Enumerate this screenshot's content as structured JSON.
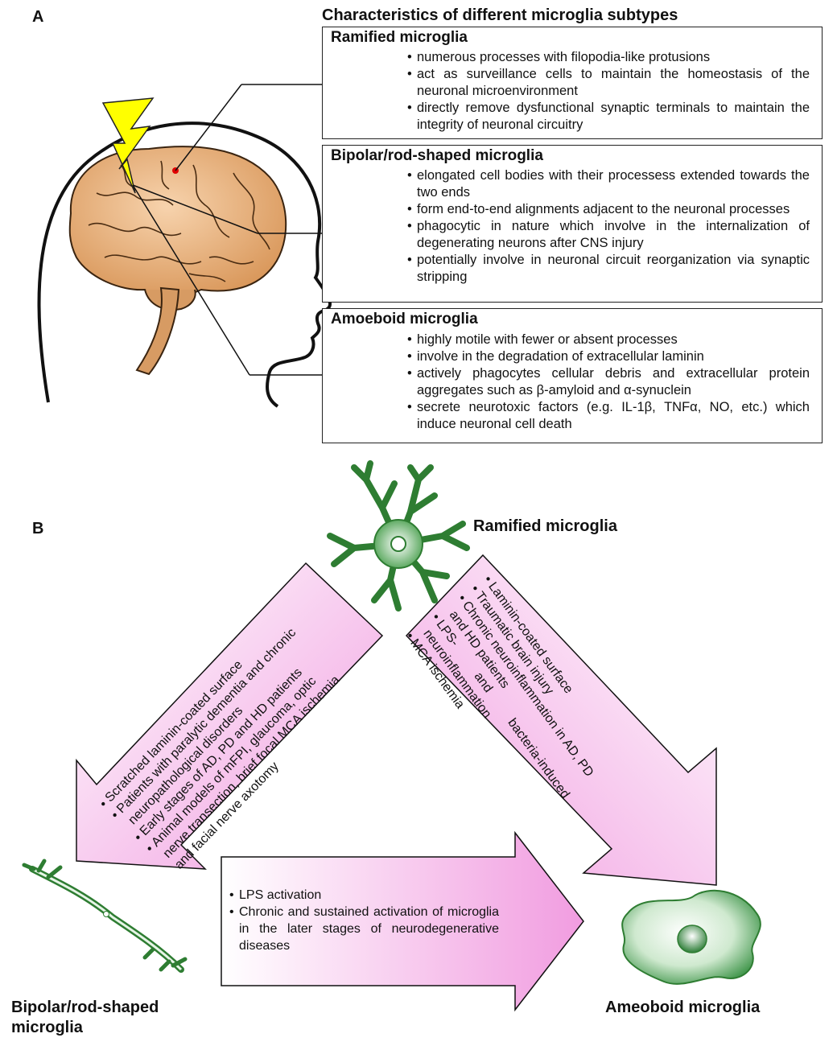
{
  "panel_a": {
    "letter": "A",
    "title": "Characteristics of different microglia subtypes",
    "ramified": {
      "title": "Ramified microglia",
      "bullets": [
        "numerous processes with filopodia-like protusions",
        "act as surveillance cells to maintain the homeostasis of the neuronal microenvironment",
        "directly remove dysfunctional synaptic terminals to maintain the integrity of neuronal circuitry"
      ]
    },
    "bipolar": {
      "title": "Bipolar/rod-shaped microglia",
      "bullets": [
        "elongated cell bodies with their processess extended towards the two ends",
        "form end-to-end alignments adjacent to the neuronal processes",
        "phagocytic in nature which involve in the internalization of degenerating neurons after CNS injury",
        "potentially involve in neuronal circuit reorganization via synaptic stripping"
      ]
    },
    "amoeboid": {
      "title": "Amoeboid microglia",
      "bullets": [
        "highly motile with fewer or absent processes",
        "involve in the degradation of extracellular laminin",
        "actively phagocytes cellular debris and extracellular protein aggregates such as β-amyloid and α-synuclein",
        "secrete neurotoxic factors (e.g. IL-1β, TNFα, NO, etc.) which induce neuronal cell death"
      ]
    }
  },
  "panel_b": {
    "letter": "B",
    "ramified_label": "Ramified microglia",
    "bipolar_label_line1": "Bipolar/rod-shaped",
    "bipolar_label_line2": "microglia",
    "ameoboid_label": "Ameoboid microglia",
    "left_arrow_bullets": [
      "Scratched laminin-coated surface",
      "Patients with paralytic dementia and chronic",
      "neuropathological disorders",
      "Early stages of AD, PD and HD patients",
      "Animal models of mFPI, glaucoma, optic",
      "nerve transection, brief focal MCA ischemia",
      "and facial nerve axotomy"
    ],
    "right_arrow_lines": [
      "Laminin-coated surface",
      "Traumatic brain injury",
      "Chronic neuroinflammation in AD, PD",
      "and HD patients",
      "LPS-          and          bacteria-induced",
      "neuroinflammation",
      "MCA ischemia"
    ],
    "bottom_arrow_bullets": [
      "LPS activation",
      "Chronic and sustained activation of microglia in the later stages of neurodegenerative diseases"
    ]
  },
  "colors": {
    "brain": "#e7b07a",
    "microglia_green": "#3a8a3a",
    "arrow_pink": "#f4a8e6",
    "lightning": "#ffff00"
  }
}
